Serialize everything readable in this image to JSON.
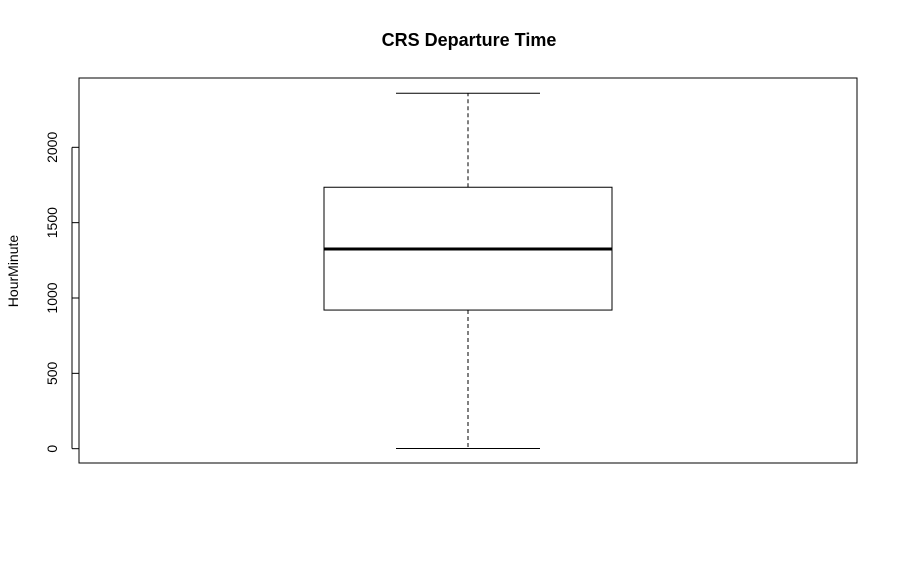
{
  "chart_data": {
    "type": "box",
    "title": "CRS Departure Time",
    "xlabel": "",
    "ylabel": "HourMinute",
    "ylim": [
      -95,
      2460
    ],
    "yticks": [
      0,
      500,
      1000,
      1500,
      2000
    ],
    "ytick_labels": [
      "0",
      "500",
      "1000",
      "1500",
      "2000"
    ],
    "grid": false,
    "legend": "none",
    "box": {
      "whisker_low": 1,
      "q1": 920,
      "median": 1325,
      "q3": 1735,
      "whisker_high": 2359
    },
    "colors": {
      "stroke": "#000000",
      "background": "#ffffff"
    }
  }
}
